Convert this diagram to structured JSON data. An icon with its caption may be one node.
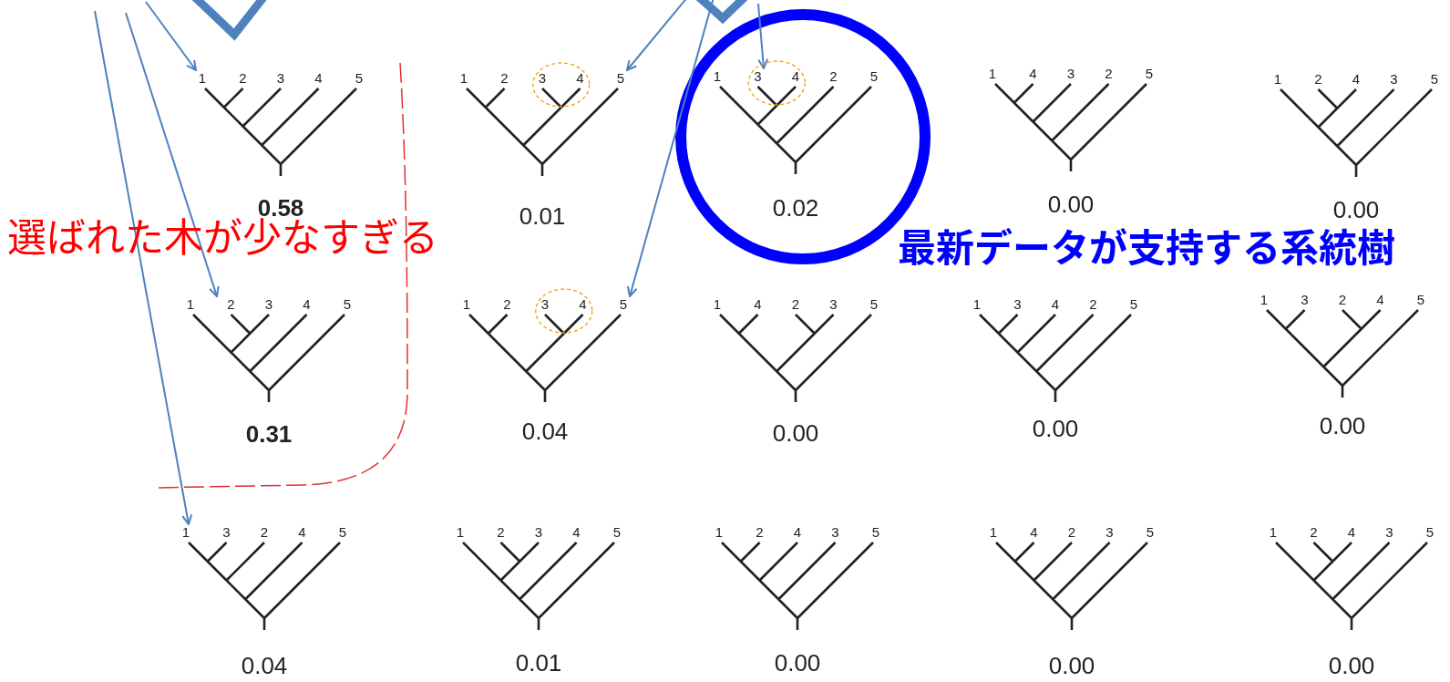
{
  "diagram": {
    "nodes": [
      {
        "text": [
          "1",
          "2",
          "3",
          "4",
          "5"
        ],
        "beside": [
          "0.58"
        ]
      },
      {
        "text": [
          "1",
          "2",
          "3",
          "4",
          "5"
        ],
        "beside": [
          "0.01"
        ]
      },
      {
        "text": [
          "1",
          "3",
          "4",
          "2",
          "5"
        ],
        "beside": [
          "0.02"
        ]
      },
      {
        "text": [
          "1",
          "4",
          "3",
          "2",
          "5"
        ],
        "beside": [
          "0.00"
        ]
      },
      {
        "text": [
          "1",
          "2",
          "4",
          "3",
          "5"
        ],
        "beside": [
          "0.00"
        ]
      },
      {
        "text": [
          "1",
          "2",
          "3",
          "4",
          "5"
        ],
        "beside": [
          "0.31"
        ]
      },
      {
        "text": [
          "1",
          "2",
          "3",
          "4",
          "5"
        ],
        "beside": [
          "0.04"
        ]
      },
      {
        "text": [
          "1",
          "4",
          "2",
          "3",
          "5"
        ],
        "beside": [
          "0.00"
        ]
      },
      {
        "text": [
          "1",
          "3",
          "4",
          "2",
          "5"
        ],
        "beside": [
          "0.00"
        ]
      },
      {
        "text": [
          "1",
          "3",
          "2",
          "4",
          "5"
        ],
        "beside": [
          "0.00"
        ]
      },
      {
        "text": [
          "1",
          "3",
          "2",
          "4",
          "5"
        ],
        "beside": [
          "0.04"
        ]
      },
      {
        "text": [
          "1",
          "2",
          "3",
          "4",
          "5"
        ],
        "beside": [
          "0.01"
        ]
      },
      {
        "text": [
          "1",
          "2",
          "4",
          "3",
          "5"
        ],
        "beside": [
          "0.00"
        ]
      },
      {
        "text": [
          "1",
          "4",
          "2",
          "3",
          "5"
        ],
        "beside": [
          "0.00"
        ]
      },
      {
        "text": [
          "1",
          "2",
          "4",
          "3",
          "5"
        ],
        "beside": [
          "0.00"
        ]
      }
    ],
    "edges": [
      {
        "from": null,
        "to": 0,
        "arrow": "to"
      },
      {
        "from": null,
        "to": 5,
        "arrow": "to"
      },
      {
        "from": null,
        "to": 10,
        "arrow": "to"
      },
      {
        "from": null,
        "to": 1,
        "arrow": "to"
      },
      {
        "from": null,
        "to": 2,
        "arrow": "to"
      },
      {
        "from": null,
        "to": 6,
        "arrow": "to"
      }
    ],
    "labels": [
      "選ばれた木が少なすぎる",
      "最新データが支持する系統樹"
    ]
  }
}
